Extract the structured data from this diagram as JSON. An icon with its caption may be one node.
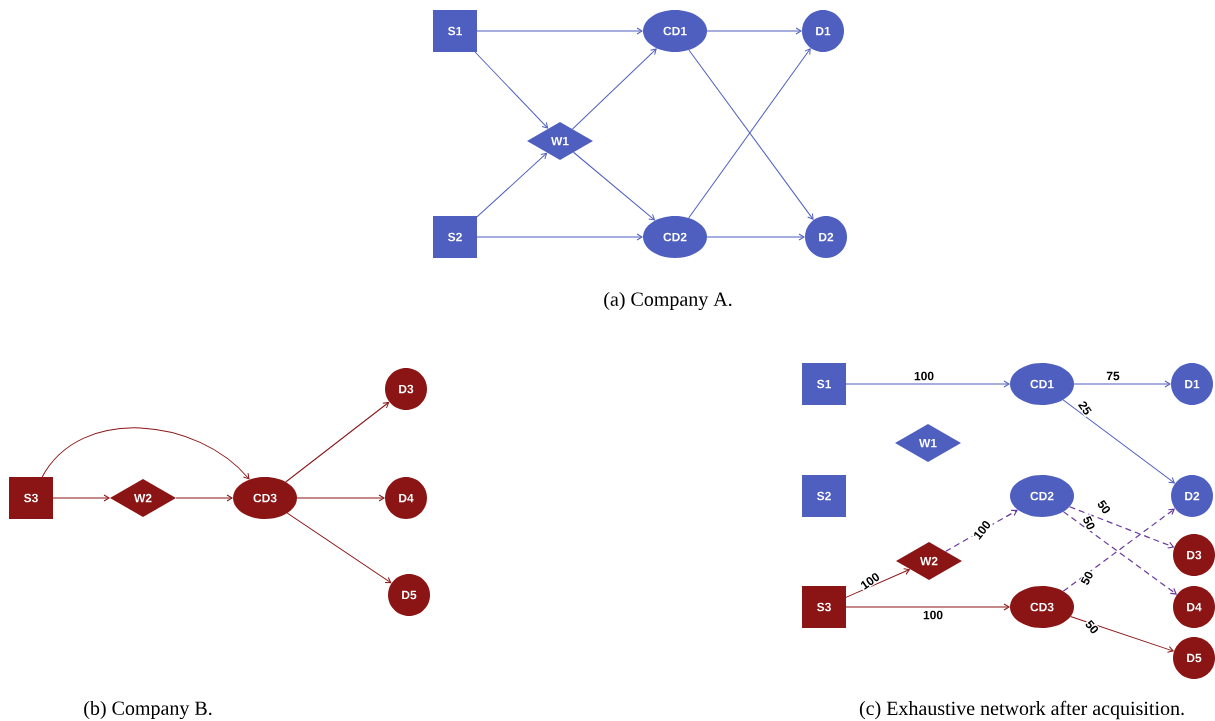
{
  "diagram": {
    "nodes": [
      {
        "text": [
          "S1"
        ]
      },
      {
        "text": [
          "CD1"
        ]
      },
      {
        "text": [
          "D1"
        ]
      },
      {
        "text": [
          "W1"
        ]
      },
      {
        "text": [
          "S2"
        ]
      },
      {
        "text": [
          "CD2"
        ]
      },
      {
        "text": [
          "D2"
        ]
      },
      {
        "text": [
          "S3"
        ]
      },
      {
        "text": [
          "W2"
        ]
      },
      {
        "text": [
          "CD3"
        ]
      },
      {
        "text": [
          "D3"
        ]
      },
      {
        "text": [
          "D4"
        ]
      },
      {
        "text": [
          "D5"
        ]
      },
      {
        "text": [
          "S1"
        ]
      },
      {
        "text": [
          "CD1"
        ]
      },
      {
        "text": [
          "D1"
        ]
      },
      {
        "text": [
          "W1"
        ]
      },
      {
        "text": [
          "S2"
        ]
      },
      {
        "text": [
          "CD2"
        ]
      },
      {
        "text": [
          "D2"
        ]
      },
      {
        "text": [
          "W2"
        ]
      },
      {
        "text": [
          "D3"
        ]
      },
      {
        "text": [
          "S3"
        ]
      },
      {
        "text": [
          "CD3"
        ]
      },
      {
        "text": [
          "D4"
        ]
      },
      {
        "text": [
          "D5"
        ]
      }
    ],
    "edges": [
      {
        "from": 0,
        "to": 1,
        "arrow": "to"
      },
      {
        "from": 0,
        "to": 3,
        "arrow": "to"
      },
      {
        "from": 4,
        "to": 3,
        "arrow": "to"
      },
      {
        "from": 4,
        "to": 5,
        "arrow": "to"
      },
      {
        "from": 3,
        "to": 1,
        "arrow": "to"
      },
      {
        "from": 3,
        "to": 5,
        "arrow": "to"
      },
      {
        "from": 1,
        "to": 2,
        "arrow": "to"
      },
      {
        "from": 1,
        "to": 6,
        "arrow": "to"
      },
      {
        "from": 5,
        "to": 2,
        "arrow": "to"
      },
      {
        "from": 5,
        "to": 6,
        "arrow": "to"
      },
      {
        "from": 7,
        "to": 8,
        "arrow": "to",
        "color": "#8b1515"
      },
      {
        "from": 7,
        "to": 9,
        "arrow": "to",
        "color": "#8b1515"
      },
      {
        "from": 8,
        "to": 9,
        "arrow": "to",
        "color": "#8b1515"
      },
      {
        "from": 9,
        "to": 10,
        "arrow": "to",
        "color": "#8b1515"
      },
      {
        "from": 9,
        "to": 11,
        "arrow": "to",
        "color": "#8b1515"
      },
      {
        "from": 9,
        "to": 12,
        "arrow": "to",
        "color": "#8b1515"
      },
      {
        "from": 13,
        "to": 14,
        "arrow": "to",
        "label": "100"
      },
      {
        "from": 14,
        "to": 15,
        "arrow": "to",
        "label": "75"
      },
      {
        "from": 14,
        "to": 19,
        "arrow": "to",
        "label": "25"
      },
      {
        "from": 22,
        "to": 20,
        "arrow": "to",
        "label": "100",
        "color": "#8b1515"
      },
      {
        "from": 20,
        "to": 18,
        "arrow": "to",
        "label": "100",
        "style": "dashed",
        "color": "#6a3aa0"
      },
      {
        "from": 22,
        "to": 23,
        "arrow": "to",
        "label": "100",
        "color": "#8b1515"
      },
      {
        "from": 18,
        "to": 21,
        "arrow": "to",
        "label": "50",
        "style": "dashed",
        "color": "#6a3aa0"
      },
      {
        "from": 18,
        "to": 24,
        "arrow": "to",
        "label": "50",
        "style": "dashed",
        "color": "#6a3aa0"
      },
      {
        "from": 23,
        "to": 19,
        "arrow": "to",
        "label": "50",
        "style": "dashed",
        "color": "#6a3aa0"
      },
      {
        "from": 23,
        "to": 25,
        "arrow": "to",
        "label": "50",
        "color": "#8b1515"
      }
    ],
    "labels": [
      "(a) Company A.",
      "(b) Company B.",
      "(c) Exhaustive network after acquisition."
    ]
  }
}
